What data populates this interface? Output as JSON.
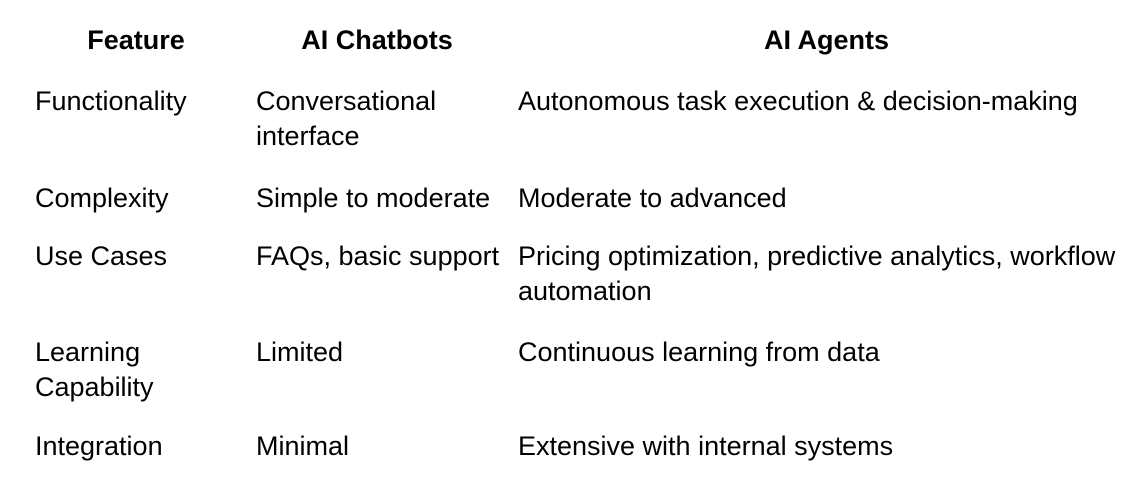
{
  "table": {
    "headers": {
      "feature": "Feature",
      "chatbots": "AI Chatbots",
      "agents": "AI Agents"
    },
    "rows": [
      {
        "feature": "Functionality",
        "chatbots": "Conversational interface",
        "agents": "Autonomous task execution & decision-making"
      },
      {
        "feature": "Complexity",
        "chatbots": "Simple to moderate",
        "agents": "Moderate to advanced"
      },
      {
        "feature": "Use Cases",
        "chatbots": "FAQs, basic support",
        "agents": "Pricing optimization, predictive analytics, workflow automation"
      },
      {
        "feature": "Learning Capability",
        "chatbots": "Limited",
        "agents": "Continuous learning from data"
      },
      {
        "feature": "Integration",
        "chatbots": "Minimal",
        "agents": "Extensive with internal systems"
      }
    ],
    "colors": {
      "text": "#000000",
      "background": "#ffffff"
    }
  }
}
